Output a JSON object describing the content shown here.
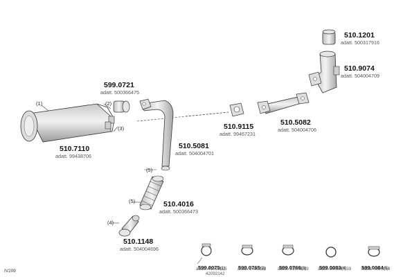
{
  "parts": {
    "main_muffler": {
      "number": "510.7110",
      "adatt": "adatt. 99438706"
    },
    "clamp_599_0721": {
      "number": "599.0721",
      "adatt": "adatt. 500366475"
    },
    "pipe_510_5081": {
      "number": "510.5081",
      "adatt": "adatt. 504004701"
    },
    "flex_510_4016": {
      "number": "510.4016",
      "adatt": "adatt. 500366473"
    },
    "pipe_510_1148": {
      "number": "510.1148",
      "adatt": "adatt. 504004696"
    },
    "gasket_510_9115": {
      "number": "510.9115",
      "adatt": "adatt. 99467231"
    },
    "pipe_510_5082": {
      "number": "510.5082",
      "adatt": "adatt. 504004706"
    },
    "cap_510_1201": {
      "number": "510.1201",
      "adatt": "adatt. 500317916"
    },
    "elbow_510_9074": {
      "number": "510.9074",
      "adatt": "adatt. 504004709"
    }
  },
  "refs": {
    "r1": "(1)",
    "r2": "(2)",
    "r3": "(3)",
    "r4": "(4)",
    "r5a": "(5)",
    "r5b": "(5)"
  },
  "hardware": [
    {
      "number": "599.0075",
      "ref": "(1)",
      "adatt": "adatt. 41015925",
      "adatt2": "42092142"
    },
    {
      "number": "599.0765",
      "ref": "(2)",
      "adatt": "adatt. 2483398"
    },
    {
      "number": "599.0766",
      "ref": "(3)",
      "adatt": "adatt. 61605919"
    },
    {
      "number": "599.0083",
      "ref": "(4)",
      "adatt": "adatt. 500390539"
    },
    {
      "number": "599.0084",
      "ref": "(5)",
      "adatt": "adatt. 4853264"
    }
  ],
  "diagram_code": "IV209"
}
